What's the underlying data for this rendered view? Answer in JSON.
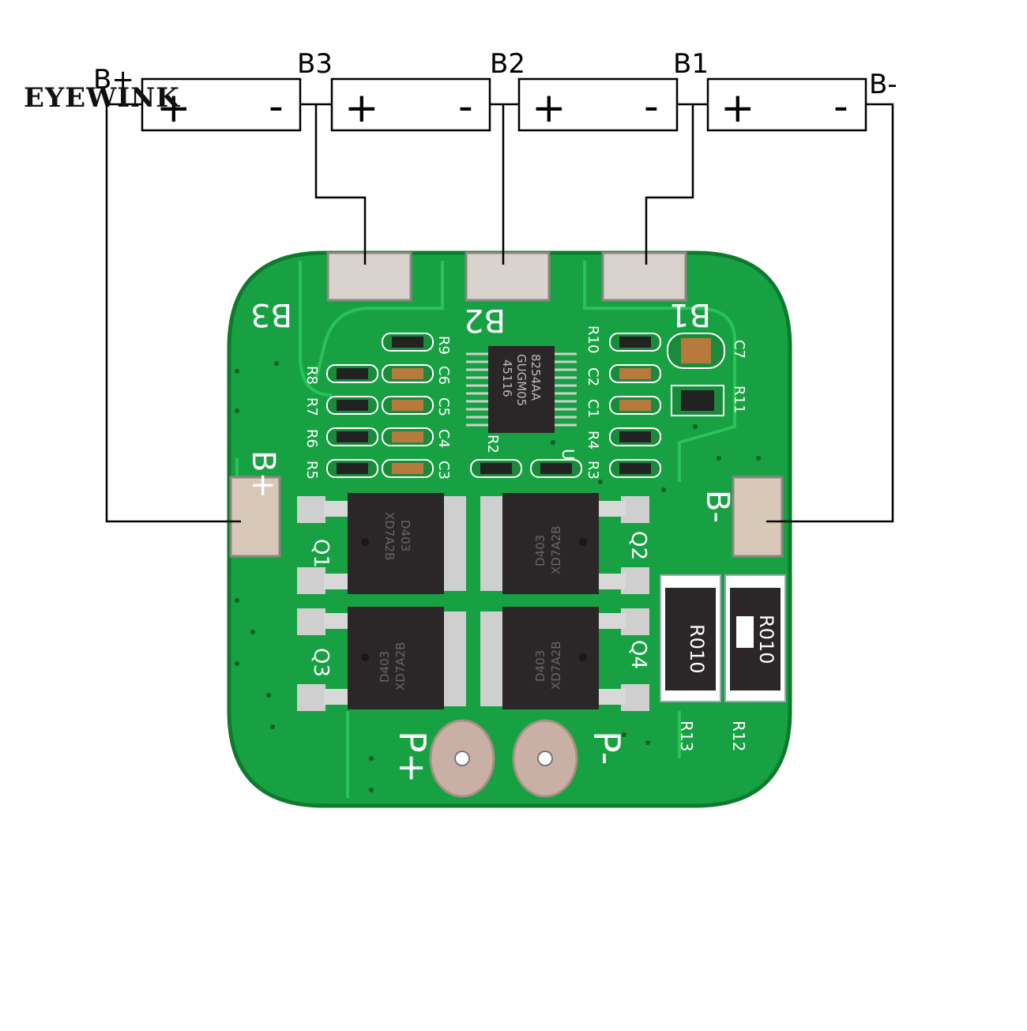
{
  "watermark": "EYEWINK",
  "schematic": {
    "terminal_labels": [
      "B+",
      "B3",
      "B2",
      "B1",
      "B-"
    ],
    "cells": [
      {
        "plus": "+",
        "minus": "-"
      },
      {
        "plus": "+",
        "minus": "-"
      },
      {
        "plus": "+",
        "minus": "-"
      },
      {
        "plus": "+",
        "minus": "-"
      }
    ]
  },
  "board": {
    "color": "#17a142",
    "pad_labels": {
      "b3": "B3",
      "b2": "B2",
      "b1": "B1",
      "bplus": "B+",
      "bminus": "B-",
      "pplus": "P+",
      "pminus": "P-"
    },
    "ic": {
      "line1": "8254AA",
      "line2": "GUGM05",
      "line3": "45116",
      "ref": "U1"
    },
    "mosfets": [
      {
        "ref": "Q1",
        "marking": "D403",
        "code": "XD7A2B"
      },
      {
        "ref": "Q2",
        "marking": "D403",
        "code": "XD7A2B"
      },
      {
        "ref": "Q3",
        "marking": "D403",
        "code": "XD7A2B"
      },
      {
        "ref": "Q4",
        "marking": "D403",
        "code": "XD7A2B"
      }
    ],
    "shunts": [
      {
        "ref": "R13",
        "value": "R010"
      },
      {
        "ref": "R12",
        "value": "R010"
      }
    ],
    "component_refs": [
      "R9",
      "C6",
      "C5",
      "C4",
      "C3",
      "R8",
      "R7",
      "R6",
      "R5",
      "R10",
      "C2",
      "C1",
      "R4",
      "R3",
      "R2",
      "C7",
      "R11"
    ]
  }
}
